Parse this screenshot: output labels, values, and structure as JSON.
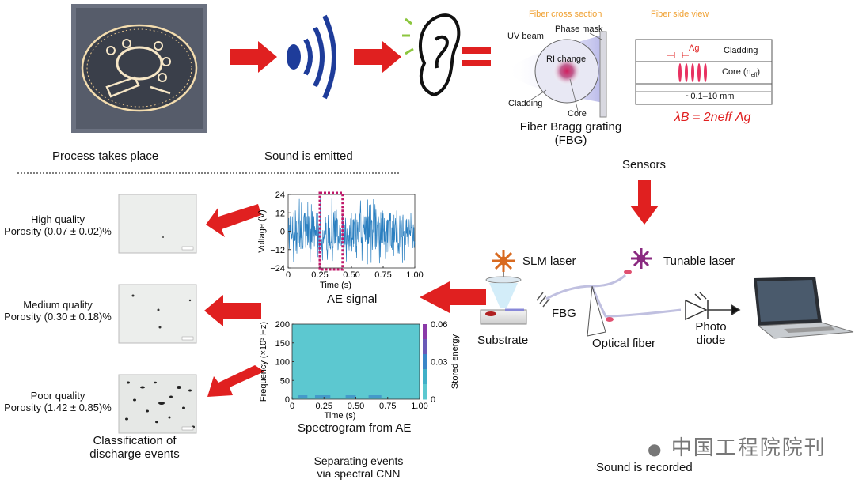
{
  "captions": {
    "process": "Process takes place",
    "sound_emitted": "Sound is emitted",
    "sensors": "Sensors",
    "sound_recorded": "Sound is recorded",
    "classification_l1": "Classification of",
    "classification_l2": "discharge events",
    "separating_l1": "Separating events",
    "separating_l2": "via spectral CNN",
    "ae_signal": "AE signal",
    "spectrogram": "Spectrogram from AE"
  },
  "fbg": {
    "cross_section_title": "Fiber cross section",
    "side_view_title": "Fiber side view",
    "uv_beam": "UV beam",
    "phase_mask": "Phase mask",
    "ri_change": "RI change",
    "cladding": "Cladding",
    "core": "Core",
    "name_l1": "Fiber Bragg grating",
    "name_l2": "(FBG)",
    "side_cladding": "Cladding",
    "side_core": "Core (n",
    "side_core_sub": "eff",
    "side_core_end": ")",
    "period_symbol": "Λg",
    "length_range": "~0.1–10 mm",
    "equation": "λB = 2neff Λg"
  },
  "quality": [
    {
      "line1": "High quality",
      "line2": "Porosity (0.07 ± 0.02)%"
    },
    {
      "line1": "Medium quality",
      "line2": "Porosity (0.30 ± 0.18)%"
    },
    {
      "line1": "Poor quality",
      "line2": "Porosity (1.42 ± 0.85)%"
    }
  ],
  "setup": {
    "slm_laser": "SLM laser",
    "tunable_laser": "Tunable laser",
    "fbg": "FBG",
    "substrate": "Substrate",
    "optical_fiber": "Optical fiber",
    "photo_l1": "Photo",
    "photo_l2": "diode"
  },
  "chart_data": [
    {
      "type": "line",
      "title": "AE signal",
      "xlabel": "Time (s)",
      "ylabel": "Voltage (V)",
      "xlim": [
        0,
        1.0
      ],
      "ylim": [
        -24,
        24
      ],
      "xticks": [
        "0",
        "0.25",
        "0.50",
        "0.75",
        "1.00"
      ],
      "yticks": [
        "24",
        "12",
        "0",
        "−12",
        "−24"
      ],
      "highlight_window": [
        0.25,
        0.43
      ],
      "color": "#2a7fc0"
    },
    {
      "type": "heatmap",
      "title": "Spectrogram from AE",
      "xlabel": "Time (s)",
      "ylabel": "Frequency (×10³ Hz)",
      "colorbar_label": "Stored energy",
      "xlim": [
        0,
        1.0
      ],
      "ylim": [
        0,
        200
      ],
      "xticks": [
        "0",
        "0.25",
        "0.50",
        "0.75",
        "1.00"
      ],
      "yticks": [
        "200",
        "150",
        "100",
        "50",
        "0"
      ],
      "colorbar_ticks": [
        "0.06",
        "0.03",
        "0"
      ],
      "background_color": "#5cc8d0"
    }
  ],
  "watermark": "中国工程院院刊",
  "colors": {
    "arrow": "#e02020",
    "fbg_text": "#e02020",
    "accent": "#f0a030"
  }
}
